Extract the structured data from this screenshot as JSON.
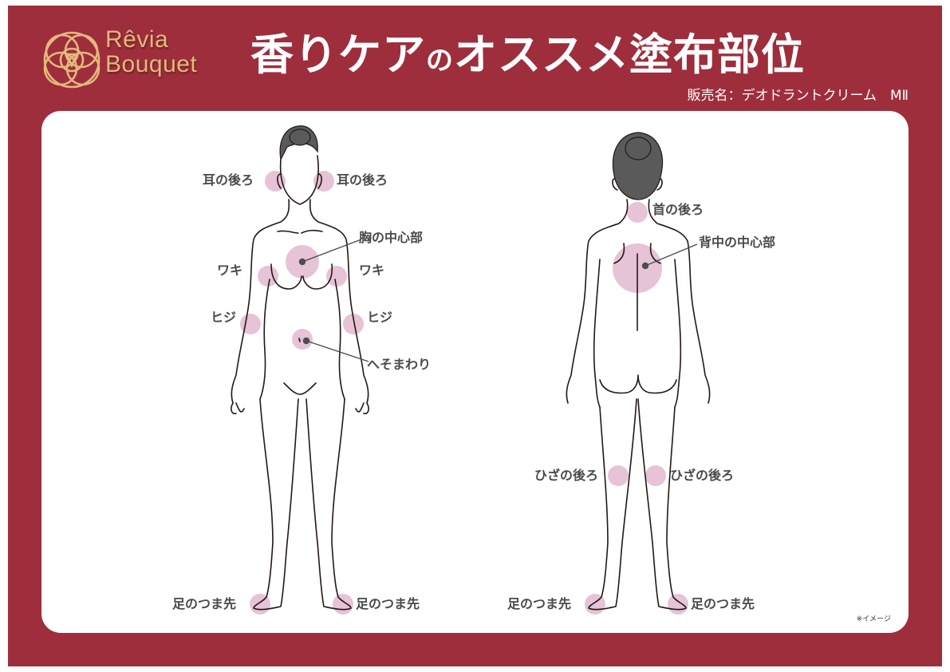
{
  "brand": {
    "name_line1": "Rêvia",
    "name_line2": "Bouquet",
    "logo_icon": "rose-icon",
    "gold": "#e3b97c"
  },
  "header": {
    "title_main_1": "香りケア",
    "title_particle": "の",
    "title_main_2": "オススメ塗布部位",
    "subtitle": "販売名：デオドラントクリーム　MⅡ"
  },
  "colors": {
    "frame": "#9e2e3c",
    "panel": "#ffffff",
    "spot": "#e6c3d6",
    "label_text": "#4a4a4a",
    "line": "#231815"
  },
  "front_view": {
    "labels": {
      "ear_left": "耳の後ろ",
      "ear_right": "耳の後ろ",
      "chest_center": "胸の中心部",
      "armpit_left": "ワキ",
      "armpit_right": "ワキ",
      "elbow_left": "ヒジ",
      "elbow_right": "ヒジ",
      "navel_area": "へそまわり",
      "toes_left": "足のつま先",
      "toes_right": "足のつま先"
    }
  },
  "back_view": {
    "labels": {
      "neck_back": "首の後ろ",
      "back_center": "背中の中心部",
      "knee_back_left": "ひざの後ろ",
      "knee_back_right": "ひざの後ろ",
      "toes_left": "足のつま先",
      "toes_right": "足のつま先"
    }
  },
  "footnote": "※イメージ"
}
